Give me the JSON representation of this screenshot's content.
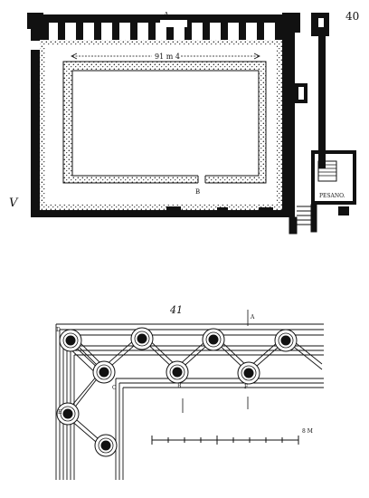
{
  "figures": {
    "plan": {
      "number": "40",
      "dimension_label": "91 m 4",
      "letter_a": "A",
      "letter_b": "B",
      "letter_v": "V",
      "entrance_label": "PESANO."
    },
    "detail": {
      "number": "41",
      "letters": {
        "a": "A",
        "b": "B",
        "c": "C",
        "d": "D",
        "e": "E",
        "f": "F"
      },
      "scale_label": "8 M"
    }
  }
}
